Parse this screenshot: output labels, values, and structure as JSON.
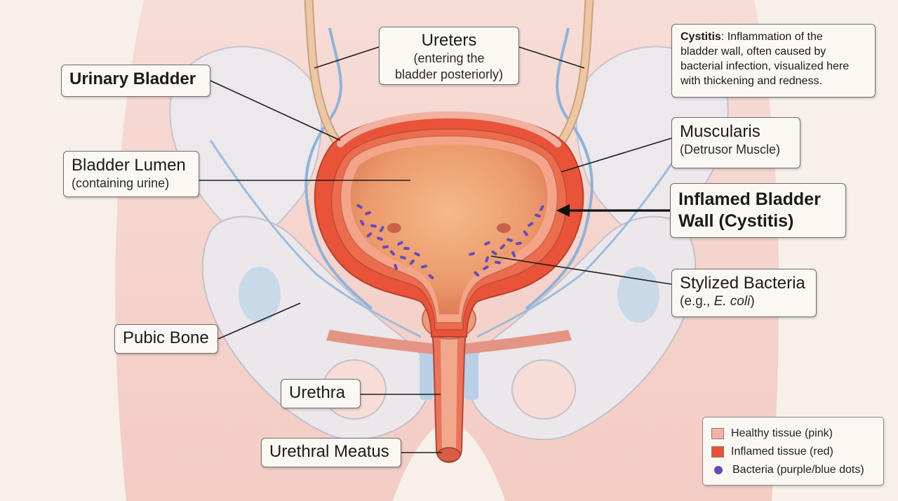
{
  "labels": {
    "urinary_bladder": "Urinary Bladder",
    "ureters_title": "Ureters",
    "ureters_sub_1": "(entering the",
    "ureters_sub_2": "bladder posteriorly)",
    "bladder_lumen_title": "Bladder Lumen",
    "bladder_lumen_sub": "(containing urine)",
    "muscularis_title": "Muscularis",
    "muscularis_sub": "(Detrusor Muscle)",
    "inflamed_wall_1": "Inflamed Bladder",
    "inflamed_wall_2": "Wall (Cystitis)",
    "bacteria_title": "Stylized Bacteria",
    "bacteria_sub_prefix": "(e.g., ",
    "bacteria_sub_italic": "E. coli",
    "bacteria_sub_suffix": ")",
    "pubic_bone": "Pubic Bone",
    "urethra": "Urethra",
    "urethral_meatus": "Urethral Meatus"
  },
  "note": {
    "term": "Cystitis",
    "line1": ": Inflammation of the",
    "line2": "bladder wall, often caused by",
    "line3": "bacterial infection, visualized here",
    "line4": "with thickening and redness."
  },
  "legend": {
    "items": [
      {
        "label": "Healthy tissue (pink)",
        "color": "#f2b1a8"
      },
      {
        "label": "Inflamed tissue (red)",
        "color": "#e8523a"
      },
      {
        "label": "Bacteria (purple/blue dots)",
        "color": "#6a4ab8"
      }
    ]
  },
  "colors": {
    "healthy": "#f2b1a8",
    "inflamed": "#e8523a",
    "bacteria": "#6a4ab8",
    "bone": "#e9e6ea",
    "vessel": "#8fb2d8",
    "ureter": "#e9bf9a"
  }
}
